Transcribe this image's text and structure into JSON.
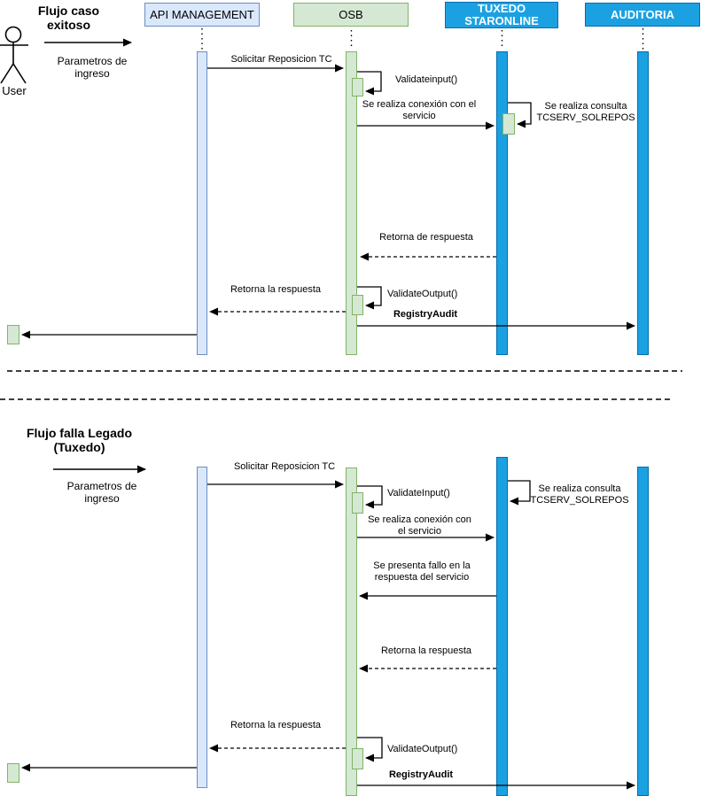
{
  "lifelines": [
    {
      "id": "api",
      "label": "API MANAGEMENT"
    },
    {
      "id": "osb",
      "label": "OSB"
    },
    {
      "id": "tuxedo",
      "label": "TUXEDO\nSTARONLINE"
    },
    {
      "id": "auditoria",
      "label": "AUDITORIA"
    }
  ],
  "flow1": {
    "title": "Flujo caso\nexitoso",
    "actor_label": "User",
    "params_label": "Parametros de ingreso",
    "messages": {
      "solicitar": "Solicitar Reposicion TC",
      "validate_input": "Validateinput()",
      "conexion": "Se realiza conexión con el\nservicio",
      "consulta": "Se realiza consulta\nTCSERV_SOLREPOS",
      "retorna_de_respuesta": "Retorna de respuesta",
      "validate_output": "ValidateOutput()",
      "retorna_la_respuesta": "Retorna la respuesta",
      "registry_audit": "RegistryAudit"
    }
  },
  "flow2": {
    "title": "Flujo falla Legado\n(Tuxedo)",
    "params_label": "Parametros de ingreso",
    "messages": {
      "solicitar": "Solicitar Reposicion TC",
      "validate_input": "ValidateInput()",
      "consulta": "Se realiza consulta\nTCSERV_SOLREPOS",
      "conexion": "Se realiza conexión con\nel servicio",
      "fallo": "Se presenta fallo en la\nrespuesta del servicio",
      "retorna_tuxedo": "Retorna la respuesta",
      "retorna_api": "Retorna la respuesta",
      "validate_output": "ValidateOutput()",
      "registry_audit": "RegistryAudit"
    }
  },
  "colors": {
    "light_blue_fill": "#dae8fc",
    "light_blue_stroke": "#6c8ebf",
    "green_fill": "#d5e8d4",
    "green_stroke": "#82b366",
    "blue_fill": "#1ba1e2",
    "blue_stroke": "#006eaf",
    "line": "#000000"
  }
}
